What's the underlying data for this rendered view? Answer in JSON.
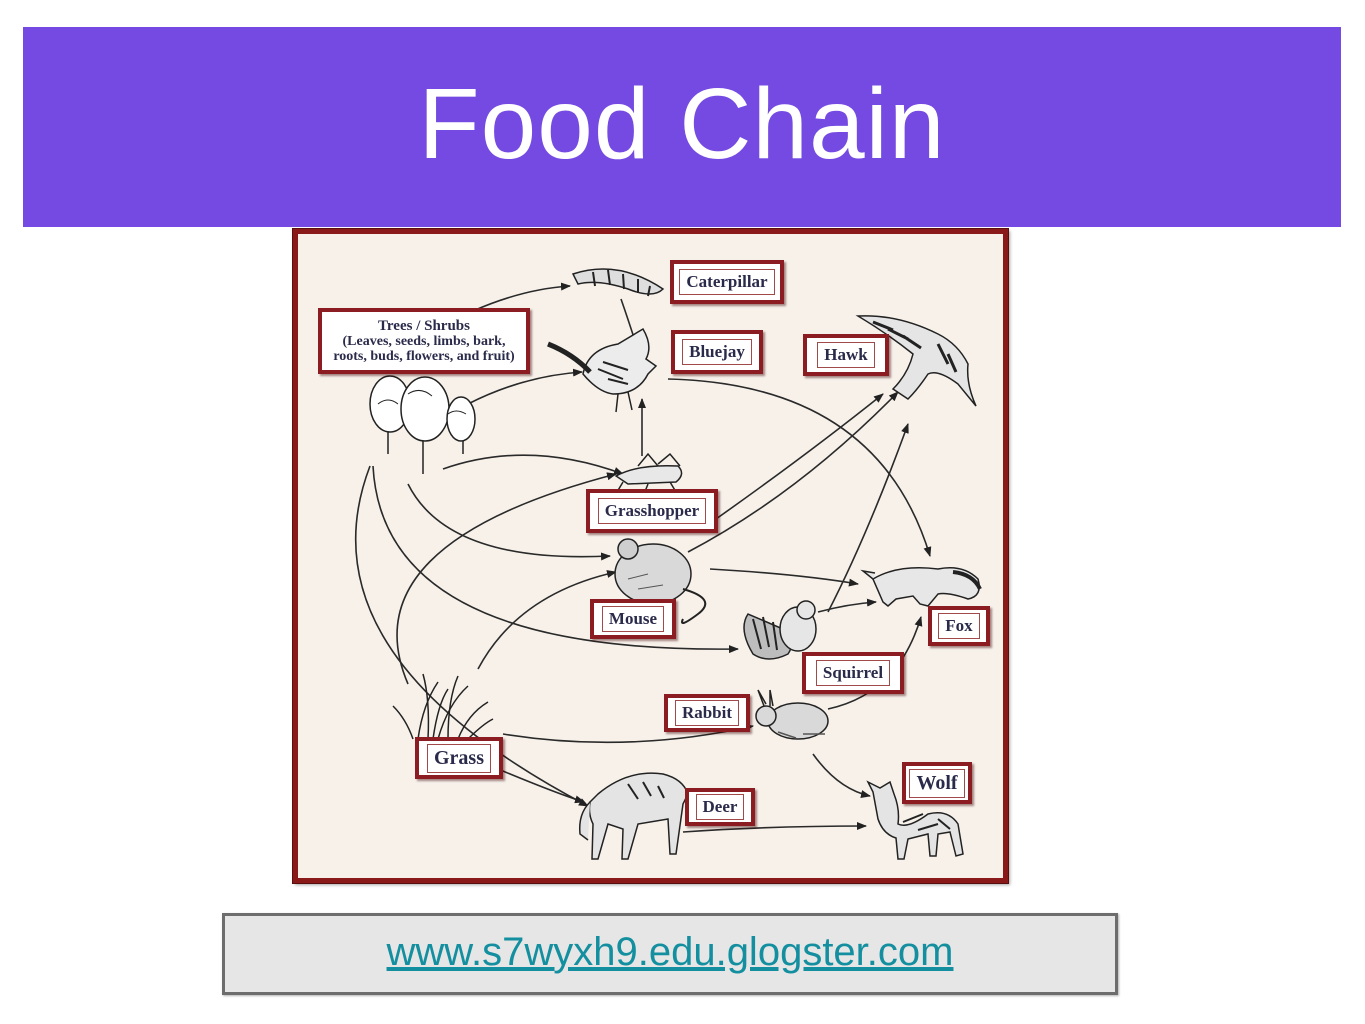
{
  "slide": {
    "title": "Food Chain",
    "link_text": "www.s7wyxh9.edu.glogster.com",
    "colors": {
      "title_bar": "#744ae2",
      "diagram_border": "#8a1a1a",
      "diagram_background": "#f7f1ea",
      "label_border": "#8a1c22",
      "link": "#138fa0"
    }
  },
  "diagram": {
    "labels": {
      "trees_line1": "Trees / Shrubs",
      "trees_line2": "(Leaves, seeds, limbs, bark,",
      "trees_line3": "roots, buds, flowers, and fruit)",
      "caterpillar": "Caterpillar",
      "bluejay": "Bluejay",
      "hawk": "Hawk",
      "grasshopper": "Grasshopper",
      "mouse": "Mouse",
      "fox": "Fox",
      "squirrel": "Squirrel",
      "rabbit": "Rabbit",
      "grass": "Grass",
      "wolf": "Wolf",
      "deer": "Deer"
    },
    "organisms": [
      "trees-icon",
      "caterpillar-icon",
      "bluejay-icon",
      "hawk-icon",
      "grasshopper-icon",
      "mouse-icon",
      "fox-icon",
      "squirrel-icon",
      "rabbit-icon",
      "grass-icon",
      "deer-icon",
      "wolf-icon"
    ]
  }
}
